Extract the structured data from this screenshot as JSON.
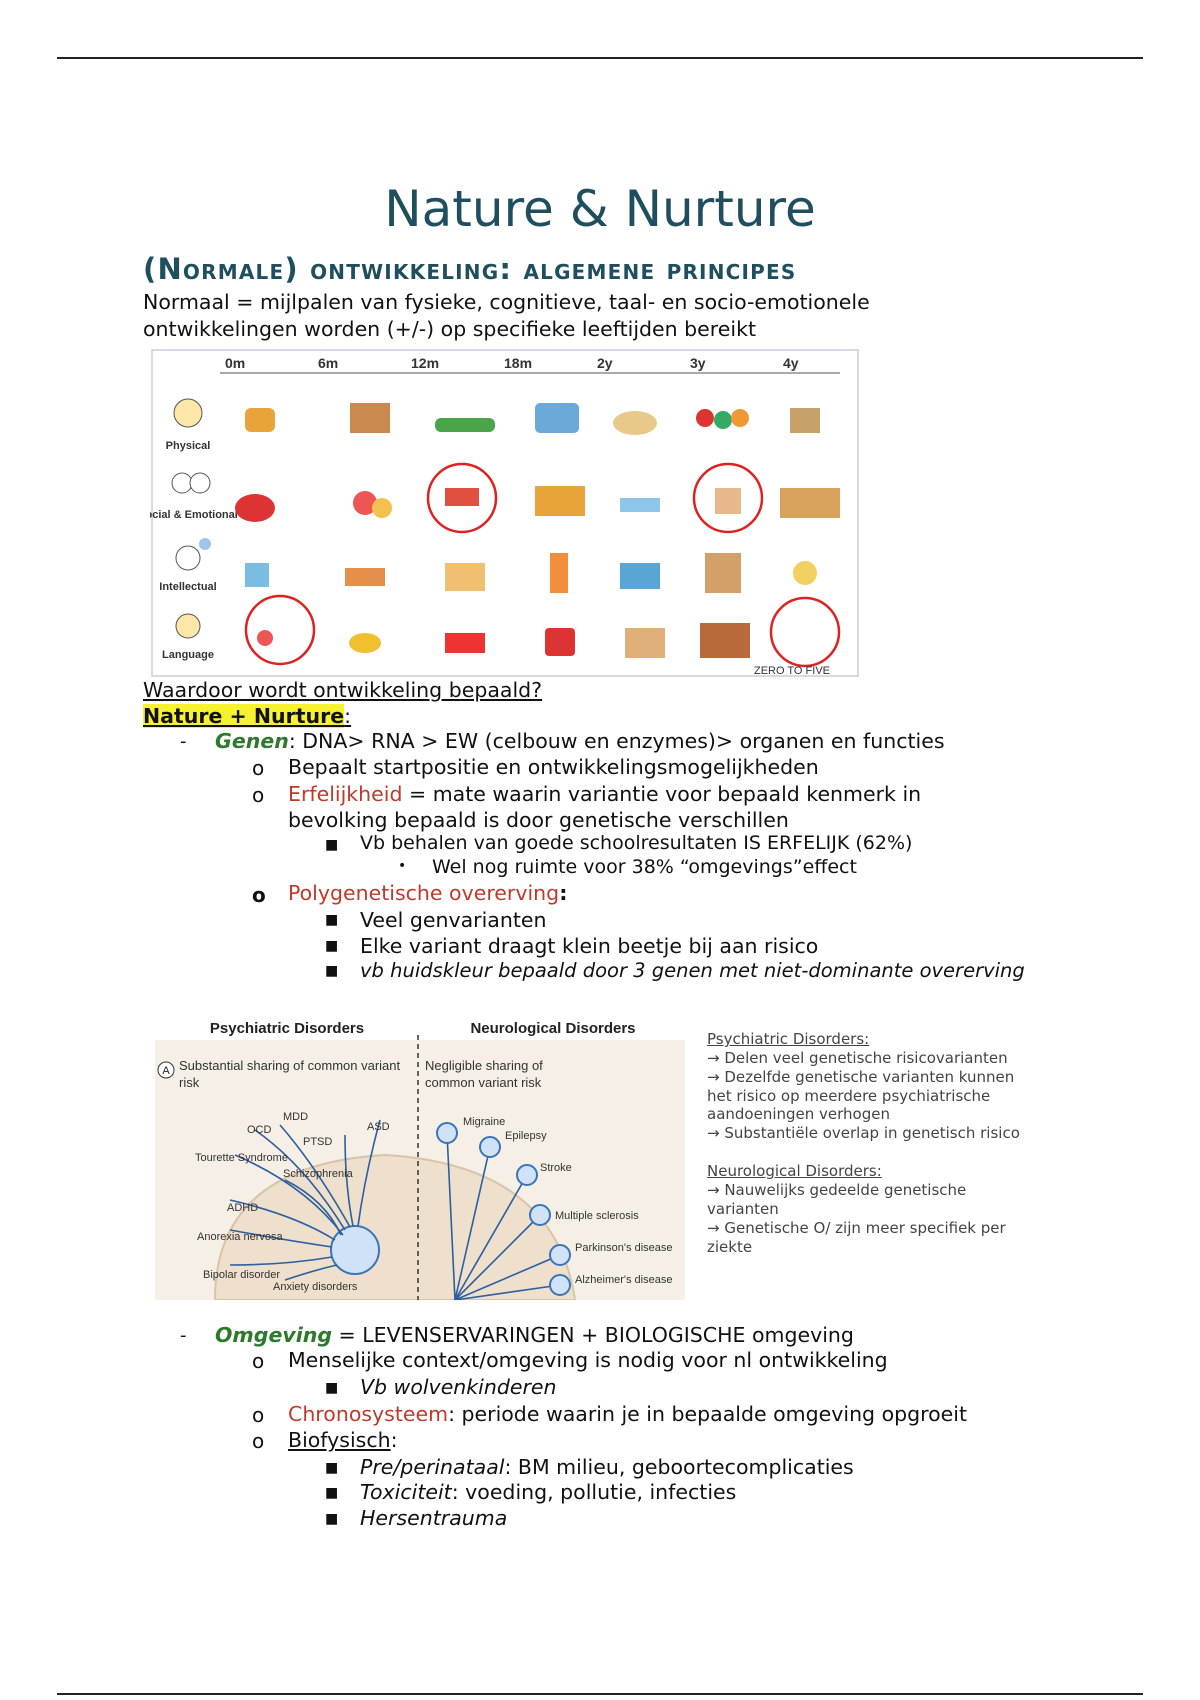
{
  "title": "Nature & Nurture",
  "subtitle": "(Normale) ontwikkeling: algemene principes",
  "intro": {
    "line1": "Normaal = mijlpalen van fysieke, cognitieve, taal- en socio-emotionele",
    "line2": "ontwikkelingen worden (+/-) op specifieke leeftijden bereikt"
  },
  "timeline_figure": {
    "ages": [
      "0m",
      "6m",
      "12m",
      "18m",
      "2y",
      "3y",
      "4y"
    ],
    "rows": [
      "Physical",
      "Social & Emotional",
      "Intellectual",
      "Language"
    ],
    "watermark": "ZERO TO FIVE"
  },
  "question": "Waardoor wordt ontwikkeling bepaald?",
  "nature_nurture": "Nature + Nurture",
  "genes": {
    "label": "Genen",
    "text": ": DNA> RNA > EW (celbouw en enzymes)> organen en functies",
    "p1": "Bepaalt startpositie en ontwikkelingsmogelijkheden",
    "erf_label": "Erfelijkheid",
    "erf_text1": " = mate waarin variantie voor bepaald kenmerk in",
    "erf_text2": "bevolking bepaald is door genetische verschillen",
    "ex1": "Vb behalen van goede schoolresultaten IS ERFELIJK (62%)",
    "ex2": "Wel nog ruimte voor 38% “omgevings”effect",
    "poly_label": "Polygenetische overerving",
    "poly_colon": ":",
    "poly1": "Veel genvarianten",
    "poly2": "Elke variant draagt klein beetje bij aan risico",
    "poly3": " vb huidskleur bepaald door 3 genen met niet-dominante overerving"
  },
  "disorders_figure": {
    "left_title": "Psychiatric Disorders",
    "right_title": "Neurological Disorders",
    "left_caption_mark": "A",
    "left_caption": "Substantial sharing of common variant risk",
    "right_caption": "Negligible sharing of common variant risk",
    "psych": [
      "OCD",
      "MDD",
      "ASD",
      "PTSD",
      "Tourette Syndrome",
      "Schizophrenia",
      "ADHD",
      "Anorexia nervosa",
      "Bipolar disorder",
      "Anxiety disorders"
    ],
    "neuro": [
      "Migraine",
      "Epilepsy",
      "Stroke",
      "Multiple sclerosis",
      "Parkinson's disease",
      "Alzheimer's disease"
    ]
  },
  "notes": {
    "psych_head": "Psychiatric Disorders:",
    "psych1": "→ Delen veel genetische risicovarianten",
    "psych2": "→ Dezelfde genetische varianten kunnen",
    "psych3": "het risico op meerdere psychiatrische",
    "psych4": "aandoeningen verhogen",
    "psych5": "→ Substantiële overlap in genetisch risico",
    "neuro_head": "Neurological Disorders:",
    "neuro1": "→ Nauwelijks gedeelde genetische",
    "neuro2": "varianten",
    "neuro3": "→ Genetische O/ zijn meer specifiek per",
    "neuro4": "ziekte"
  },
  "environment": {
    "label": "Omgeving",
    "text": " = LEVENSERVARINGEN + BIOLOGISCHE omgeving",
    "p1": "Menselijke context/omgeving is nodig voor nl ontwikkeling",
    "p1a": "Vb wolvenkinderen",
    "chrono_label": "Chronosysteem",
    "chrono_text": ": periode waarin je in bepaalde omgeving opgroeit",
    "bio_label": "Biofysisch",
    "bio_colon": ":",
    "bio1_label": "Pre/perinataal",
    "bio1_text": ": BM milieu, geboortecomplicaties",
    "bio2_label": "Toxiciteit",
    "bio2_text": ": voeding, pollutie, infecties",
    "bio3": "Hersentrauma"
  }
}
